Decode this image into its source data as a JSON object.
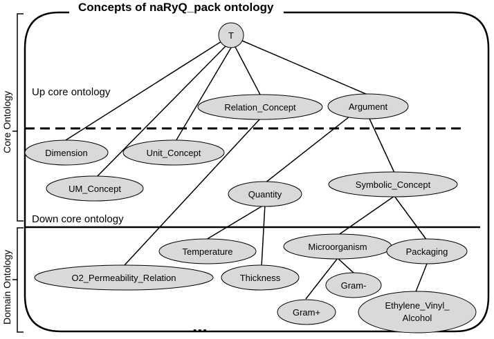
{
  "title": "Concepts of naRyQ_pack  ontology",
  "side_labels": {
    "core": "Core Ontology",
    "domain": "Domain Ontology"
  },
  "section_labels": {
    "up": "Up core ontology",
    "down": "Down core ontology"
  },
  "ellipsis": "...",
  "nodes": {
    "top": "T",
    "relation_concept": "Relation_Concept",
    "argument": "Argument",
    "dimension": "Dimension",
    "unit_concept": "Unit_Concept",
    "um_concept": "UM_Concept",
    "quantity": "Quantity",
    "symbolic_concept": "Symbolic_Concept",
    "temperature": "Temperature",
    "microorganism": "Microorganism",
    "packaging": "Packaging",
    "o2_permeability_relation": "O2_Permeability_Relation",
    "thickness": "Thickness",
    "gram_minus": "Gram-",
    "gram_plus": "Gram+",
    "ethylene_line1": "Ethylene_Vinyl_",
    "ethylene_line2": "Alcohol"
  }
}
